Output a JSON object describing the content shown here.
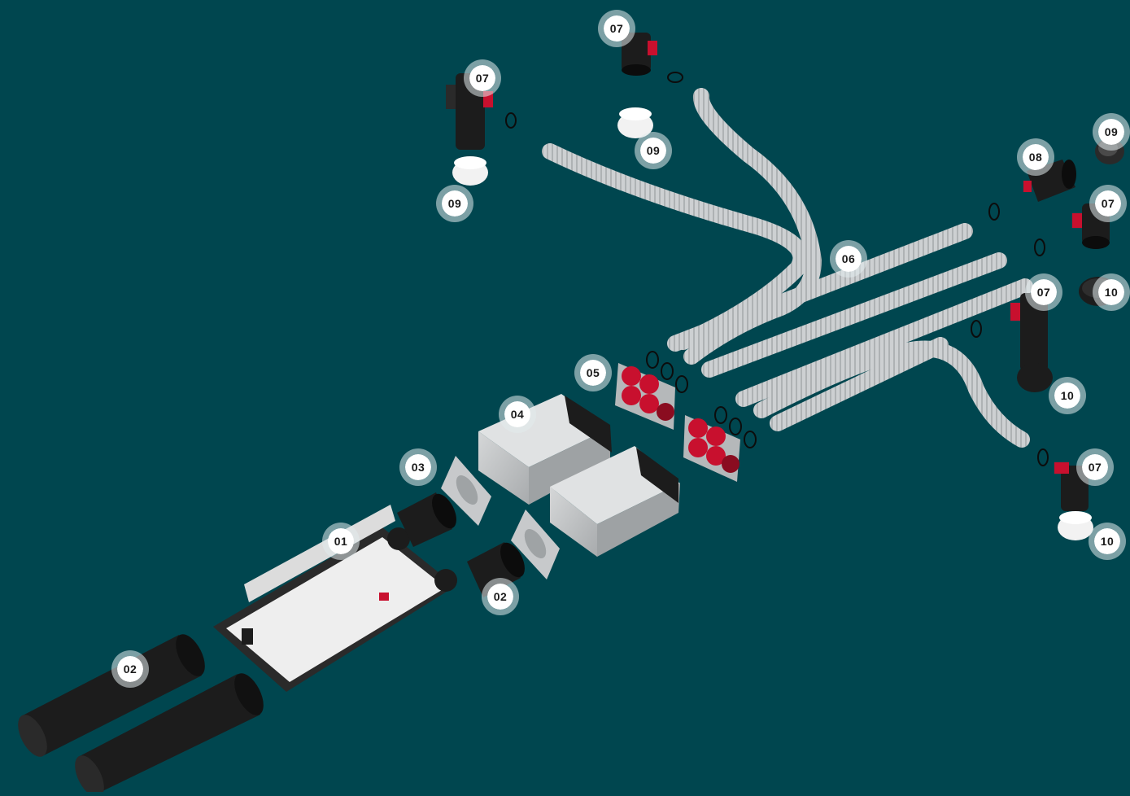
{
  "colors": {
    "background": "#00464f",
    "hose": "#c9ccce",
    "duct": "#1c1c1c",
    "accent_red": "#c8102e",
    "plenum_box": "#b9bcbe",
    "unit_body": "#eeeeee",
    "callout_fill": "#ffffff",
    "callout_ring": "#dfe9ea"
  },
  "callouts": {
    "unit": "01",
    "duct_long_1": "02",
    "duct_short": "02",
    "plate": "03",
    "plenum": "04",
    "manifold": "05",
    "hose": "06",
    "valve_top": "07",
    "valve_left": "07",
    "valve_r1": "07",
    "valve_r2": "07",
    "valve_r3": "07",
    "diffuser_left": "09",
    "diffuser_top": "09",
    "diffuser_right": "09",
    "cap_right": "08",
    "grille_r1": "10",
    "grille_r2": "10",
    "grille_r3": "10"
  }
}
